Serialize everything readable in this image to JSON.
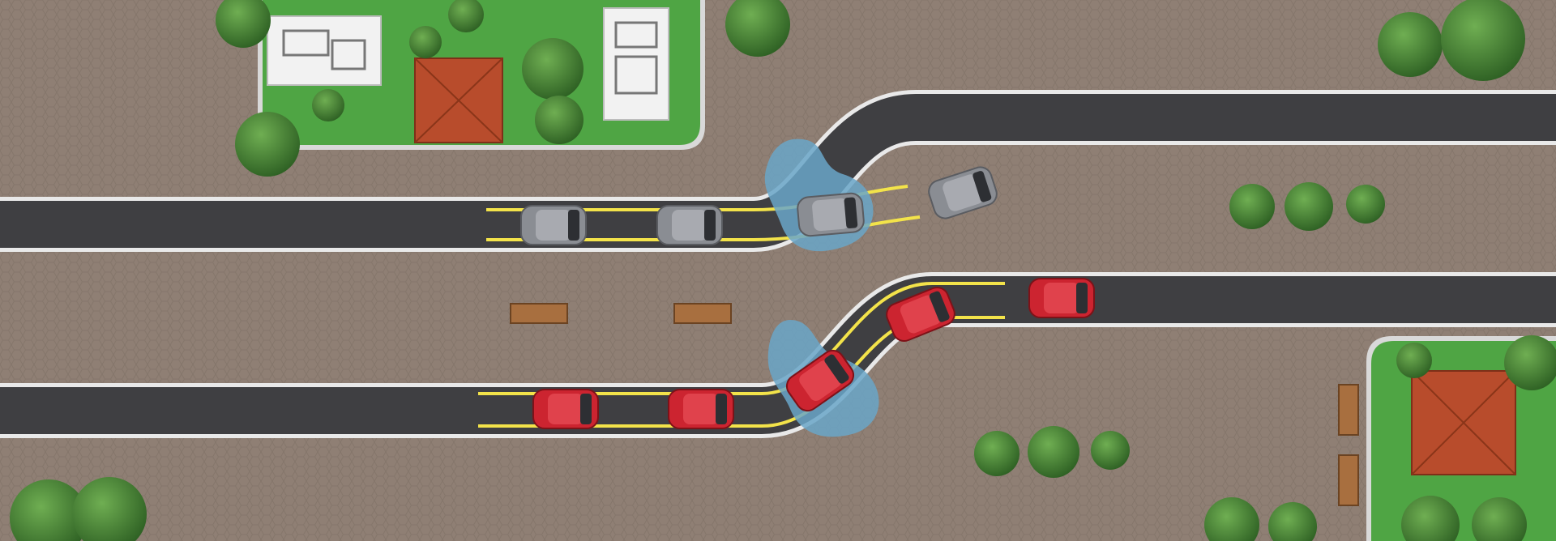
{
  "scene": {
    "kind": "aerial illustration",
    "colors": {
      "pavement": "#8f7f74",
      "pavement_pattern": "#85766b",
      "road": "#3f3f42",
      "road_edge": "#e9e9e9",
      "lane_yellow": "#f3e34a",
      "lawn": "#4fa544",
      "lawn_border": "#d9d9d9",
      "water": "#6aa6c8",
      "roof_red": "#b84c2c",
      "car_gray": "#8a8d93",
      "car_red": "#cc2430",
      "bench": "#a86f3f",
      "tree": "#3d7d30"
    },
    "vehicles": [
      {
        "name": "gray-car-1",
        "color": "gray"
      },
      {
        "name": "gray-car-2",
        "color": "gray"
      },
      {
        "name": "gray-car-3",
        "color": "gray"
      },
      {
        "name": "gray-car-4",
        "color": "gray"
      },
      {
        "name": "red-car-1",
        "color": "red"
      },
      {
        "name": "red-car-2",
        "color": "red"
      },
      {
        "name": "red-car-3",
        "color": "red"
      },
      {
        "name": "red-car-4",
        "color": "red"
      },
      {
        "name": "red-car-5",
        "color": "red"
      }
    ],
    "puddles": 2,
    "benches": 4,
    "houses": 4
  }
}
